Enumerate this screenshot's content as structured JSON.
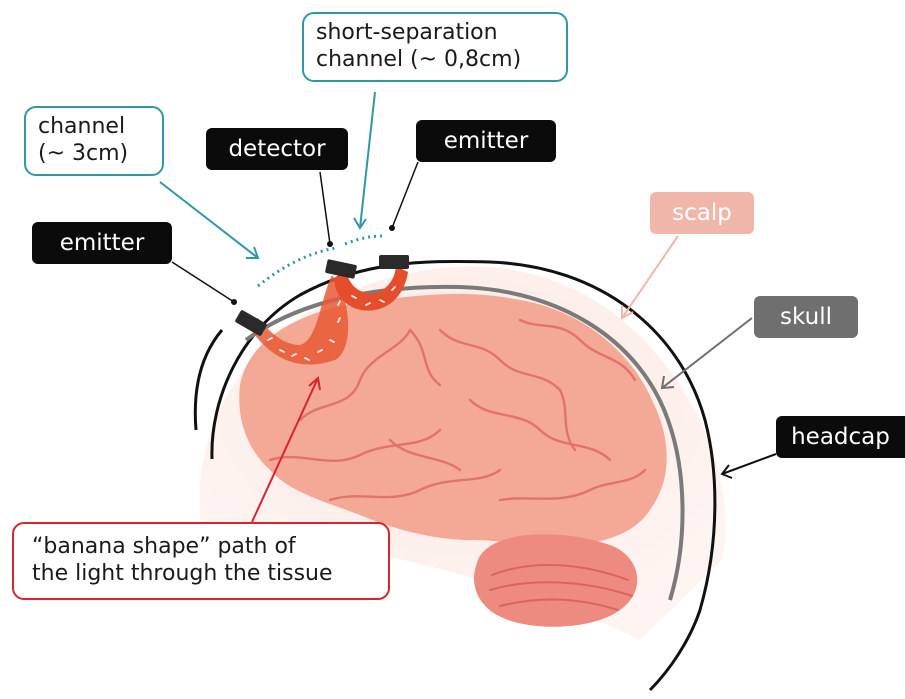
{
  "labels": {
    "channel_line1": "channel",
    "channel_line2": "(~ 3cm)",
    "short_sep_line1": "short-separation",
    "short_sep_line2": "channel (~ 0,8cm)",
    "detector": "detector",
    "emitter_left": "emitter",
    "emitter_right": "emitter",
    "scalp": "scalp",
    "skull": "skull",
    "headcap": "headcap",
    "banana_line1": "“banana shape” path of",
    "banana_line2": "the light through the tissue"
  },
  "colors": {
    "teal": "#2f98a4",
    "red": "#d8242c",
    "brain": "#f3a996",
    "cerebellum": "#ee8b80",
    "scalp": "#f8d6cd",
    "skull": "#7a7a7a",
    "headcap": "#111111"
  }
}
